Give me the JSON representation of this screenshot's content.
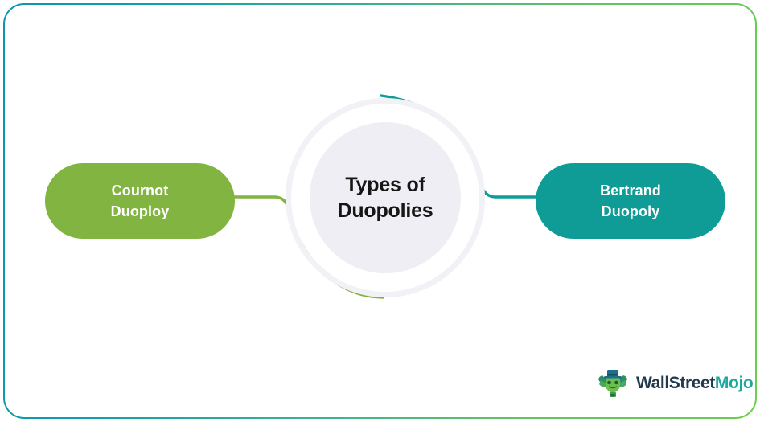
{
  "diagram": {
    "center": {
      "line1": "Types of",
      "line2": "Duopolies"
    },
    "nodes": [
      {
        "id": "cournot",
        "line1": "Cournot",
        "line2": "Duoploy",
        "color": "#82b441",
        "side": "left"
      },
      {
        "id": "bertrand",
        "line1": "Bertrand",
        "line2": "Duopoly",
        "color": "#0f9b96",
        "side": "right"
      }
    ],
    "ring": {
      "track_color": "#f1f1f6",
      "disc_color": "#eeeef4",
      "green_arc_color": "#82b441",
      "teal_arc_color": "#0f9b96"
    }
  },
  "brand": {
    "name_primary": "WallStreet",
    "name_accent": "Mojo",
    "primary_color": "#21394a",
    "accent_color": "#1aa8a1",
    "logo_icon": "bull-mascot-top-hat-icon"
  },
  "frame": {
    "gradient_start": "#0b95aa",
    "gradient_end": "#6ace4e"
  }
}
